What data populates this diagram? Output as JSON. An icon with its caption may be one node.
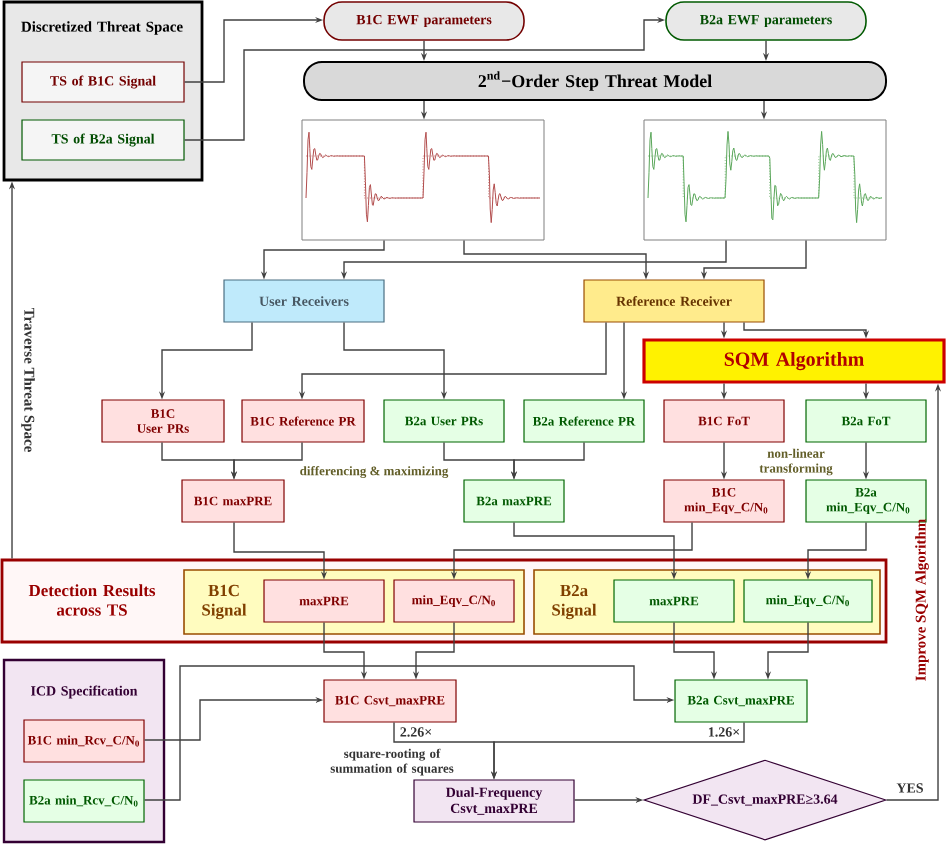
{
  "diagram": {
    "nodes": [
      {
        "text": [
          "Discretized Threat Space"
        ]
      },
      {
        "text": [
          "TS of B1C Signal"
        ],
        "in": 0
      },
      {
        "text": [
          "TS of B2a Signal"
        ],
        "in": 0
      },
      {
        "text": [
          "B1C EWF parameters"
        ]
      },
      {
        "text": [
          "B2a EWF parameters"
        ]
      },
      {
        "text": [
          "2$^{nd}$−Order Step Threat Model"
        ]
      },
      {
        "text": [],
        "shape": "picture"
      },
      {
        "text": [],
        "shape": "picture"
      },
      {
        "text": [
          "User Receivers"
        ]
      },
      {
        "text": [
          "Reference Receiver"
        ]
      },
      {
        "text": [
          "SQM Algorithm"
        ]
      },
      {
        "text": [
          "B1C User PRs"
        ]
      },
      {
        "text": [
          "B1C Reference PR"
        ]
      },
      {
        "text": [
          "B2a User PRs"
        ]
      },
      {
        "text": [
          "B2a Reference PR"
        ]
      },
      {
        "text": [
          "B1C FoT"
        ]
      },
      {
        "text": [
          "B2a FoT"
        ]
      },
      {
        "text": [
          "B1C maxPRE"
        ]
      },
      {
        "text": [
          "B2a maxPRE"
        ]
      },
      {
        "text": [
          "B1C min_Eqv_C/N$_{0}$"
        ]
      },
      {
        "text": [
          "B2a min_Eqv_C/N$_{0}$"
        ]
      },
      {
        "text": [
          "Detection Results across TS"
        ]
      },
      {
        "text": [
          "B1C Signal"
        ],
        "in": 21
      },
      {
        "text": [
          "maxPRE"
        ],
        "in": 22
      },
      {
        "text": [
          "min_Eqv_C/N$_{0}$"
        ],
        "in": 22
      },
      {
        "text": [
          "B2a Signal"
        ],
        "in": 21
      },
      {
        "text": [
          "maxPRE"
        ],
        "in": 25
      },
      {
        "text": [
          "min_Eqv_C/N$_{0}$"
        ],
        "in": 25
      },
      {
        "text": [
          "ICD Specification"
        ]
      },
      {
        "text": [
          "B1C min_Rcv_C/N$_{0}$"
        ],
        "in": 28
      },
      {
        "text": [
          "B2a min_Rcv_C/N$_{0}$"
        ],
        "in": 28
      },
      {
        "text": [
          "B1C Csvt_maxPRE"
        ]
      },
      {
        "text": [
          "B2a Csvt_maxPRE"
        ]
      },
      {
        "text": [
          "Dual-Frequency Csvt_maxPRE"
        ]
      },
      {
        "text": [
          "DF_Csvt_maxPRE≥3.64"
        ]
      }
    ],
    "edges": [
      {
        "from": 1,
        "to": 3,
        "arrow": "to"
      },
      {
        "from": 2,
        "to": 4,
        "arrow": "to"
      },
      {
        "from": 3,
        "to": 5,
        "arrow": "to"
      },
      {
        "from": 4,
        "to": 5,
        "arrow": "to"
      },
      {
        "from": 5,
        "to": 6,
        "arrow": "to"
      },
      {
        "from": 5,
        "to": 7,
        "arrow": "to"
      },
      {
        "from": 6,
        "to": 8,
        "arrow": "to"
      },
      {
        "from": 6,
        "to": 9,
        "arrow": "to"
      },
      {
        "from": 7,
        "to": 8,
        "arrow": "to"
      },
      {
        "from": 7,
        "to": 9,
        "arrow": "to"
      },
      {
        "from": 8,
        "to": 11,
        "arrow": "to"
      },
      {
        "from": 8,
        "to": 13,
        "arrow": "to"
      },
      {
        "from": 9,
        "to": 12,
        "arrow": "to"
      },
      {
        "from": 9,
        "to": 14,
        "arrow": "to"
      },
      {
        "from": 9,
        "to": 10,
        "arrow": "to"
      },
      {
        "from": 9,
        "to": 10,
        "arrow": "to"
      },
      {
        "from": 10,
        "to": 15,
        "arrow": "to"
      },
      {
        "from": 10,
        "to": 16,
        "arrow": "to"
      },
      {
        "from": 11,
        "to": 17,
        "arrow": "to"
      },
      {
        "from": 12,
        "to": 17,
        "arrow": "to"
      },
      {
        "from": 13,
        "to": 18,
        "arrow": "to"
      },
      {
        "from": 14,
        "to": 18,
        "arrow": "to"
      },
      {
        "from": 15,
        "to": 19,
        "arrow": "to"
      },
      {
        "from": 16,
        "to": 20,
        "arrow": "to"
      },
      {
        "from": 17,
        "to": 23,
        "arrow": "to"
      },
      {
        "from": 18,
        "to": 26,
        "arrow": "to"
      },
      {
        "from": 19,
        "to": 24,
        "arrow": "to"
      },
      {
        "from": 20,
        "to": 27,
        "arrow": "to"
      },
      {
        "from": 23,
        "to": 31,
        "arrow": "to"
      },
      {
        "from": 24,
        "to": 31,
        "arrow": "to"
      },
      {
        "from": 26,
        "to": 32,
        "arrow": "to"
      },
      {
        "from": 27,
        "to": 32,
        "arrow": "to"
      },
      {
        "from": 29,
        "to": 31,
        "arrow": "to"
      },
      {
        "from": 30,
        "to": 32,
        "arrow": "to"
      },
      {
        "from": 31,
        "to": 33,
        "arrow": "to",
        "label": "2.26×"
      },
      {
        "from": 32,
        "to": 33,
        "arrow": "to",
        "label": "1.26×"
      },
      {
        "from": 33,
        "to": 34,
        "arrow": "to"
      },
      {
        "from": 34,
        "to": 10,
        "arrow": "to",
        "label": "YES"
      },
      {
        "from": 21,
        "to": 0,
        "arrow": "to",
        "label": "Traverse Threat Space"
      }
    ],
    "labels": [
      "differencing & maximizing",
      "non-linear transforming",
      "square-rooting of summation of squares",
      "Improve SQM Algorithm"
    ]
  }
}
